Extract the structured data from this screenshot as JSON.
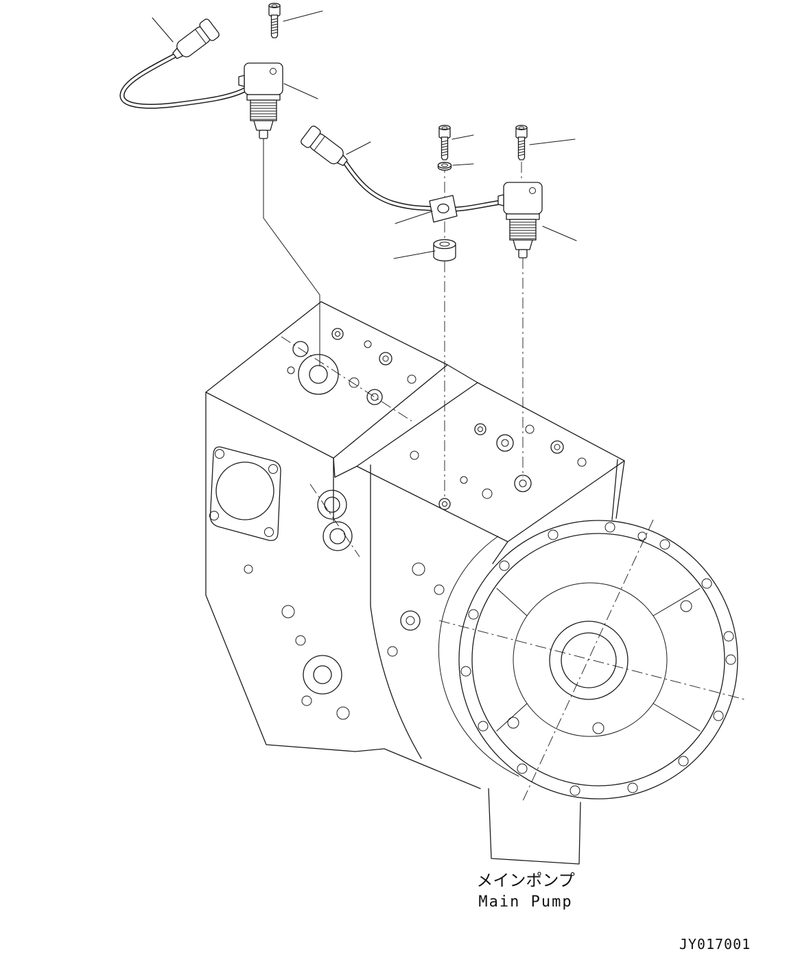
{
  "style": {
    "background": "#ffffff",
    "ink": "#1a1a1a"
  },
  "figure": {
    "caption_jp": "メインポンプ",
    "caption_en": "Main Pump",
    "drawing_number": "JY017001"
  },
  "parts": {
    "bolt_top": "socket-head-bolt",
    "bolt_a": "socket-head-bolt",
    "bolt_b": "socket-head-bolt",
    "washer": "plain-washer",
    "sensor_1": "pressure-sensor-with-cable",
    "sensor_2": "pressure-sensor-with-cable",
    "clamp": "cable-clamp",
    "spacer": "spacer-collar",
    "pump": "main-pump-assembly"
  }
}
